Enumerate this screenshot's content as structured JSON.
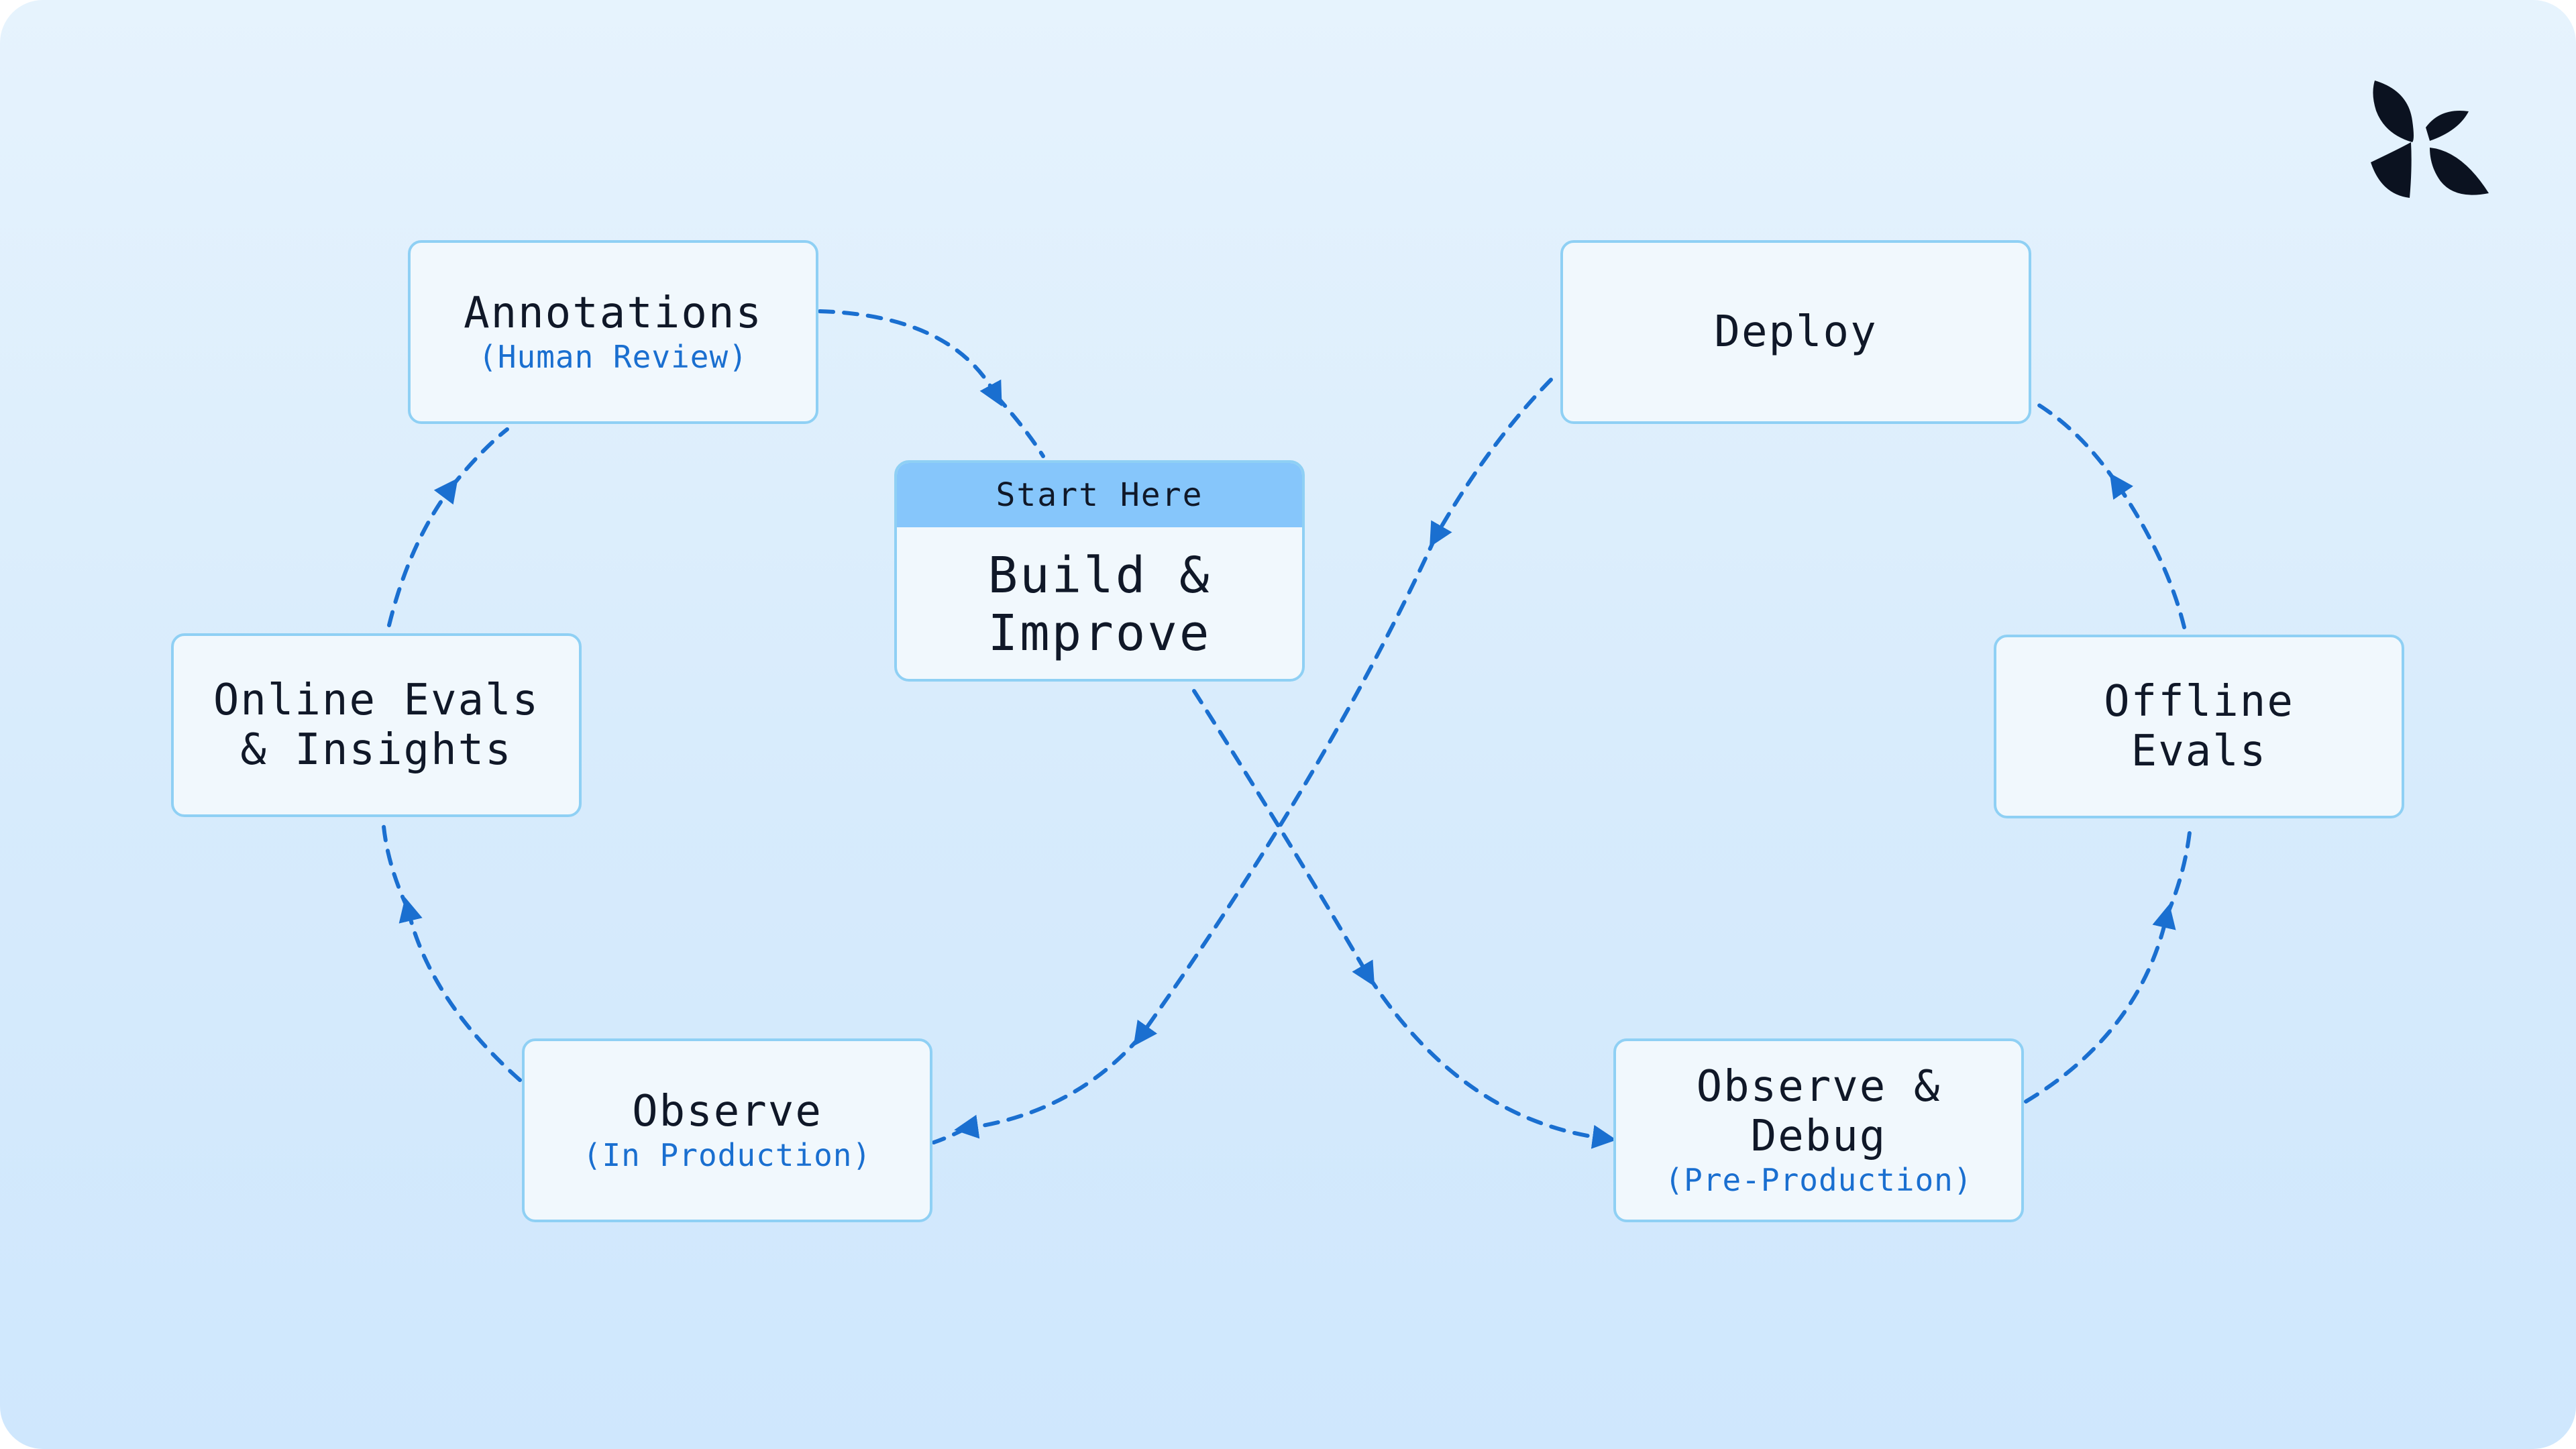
{
  "colors": {
    "background_top": "#e6f3fd",
    "background_bottom": "#cfe7fd",
    "node_fill": "#f1f8fd",
    "node_border": "#8fd0f4",
    "start_header": "#86c6fb",
    "arrow": "#1a6fd0",
    "subtitle": "#1a6fd0",
    "text": "#101828",
    "logo": "#0b1220"
  },
  "logo": {
    "icon": "pinwheel-logo-icon"
  },
  "start_node": {
    "header": "Start Here",
    "title": "Build &\nImprove"
  },
  "nodes": {
    "annotations": {
      "title": "Annotations",
      "subtitle": "(Human Review)"
    },
    "online_evals": {
      "title": "Online Evals\n& Insights"
    },
    "observe_production": {
      "title": "Observe",
      "subtitle": "(In Production)"
    },
    "deploy": {
      "title": "Deploy"
    },
    "offline_evals": {
      "title": "Offline\nEvals"
    },
    "observe_debug": {
      "title": "Observe &\nDebug",
      "subtitle": "(Pre-Production)"
    }
  }
}
